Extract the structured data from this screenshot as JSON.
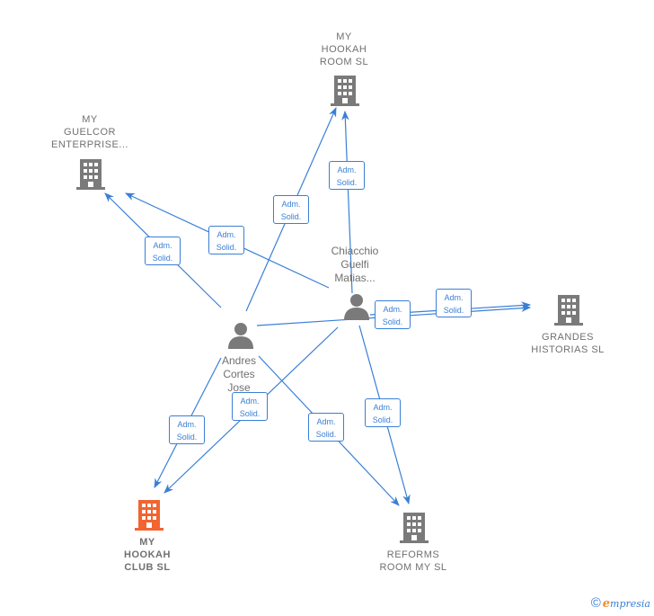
{
  "companies": {
    "my_hookah_room": {
      "lines": [
        "MY",
        "HOOKAH",
        "ROOM  SL"
      ]
    },
    "my_guelcor": {
      "lines": [
        "MY",
        "GUELCOR",
        "ENTERPRISE..."
      ]
    },
    "grandes_historias": {
      "lines": [
        "GRANDES",
        "HISTORIAS  SL"
      ]
    },
    "my_hookah_club": {
      "lines": [
        "MY",
        "HOOKAH",
        "CLUB  SL"
      ]
    },
    "reforms_room": {
      "lines": [
        "REFORMS",
        "ROOM MY  SL"
      ]
    }
  },
  "persons": {
    "chiacchio": {
      "lines": [
        "Chiacchio",
        "Guelfi",
        "Matias..."
      ]
    },
    "andres": {
      "lines": [
        "Andres",
        "Cortes",
        "Jose"
      ]
    }
  },
  "relation": {
    "line1": "Adm.",
    "line2": "Solid."
  },
  "colors": {
    "edge": "#3a7fd5",
    "building": "#7a7a7a",
    "highlight": "#f26430",
    "person": "#7a7a7a"
  },
  "footer": {
    "copyright": "©",
    "brand_initial": "e",
    "brand_rest": "mpresia"
  }
}
